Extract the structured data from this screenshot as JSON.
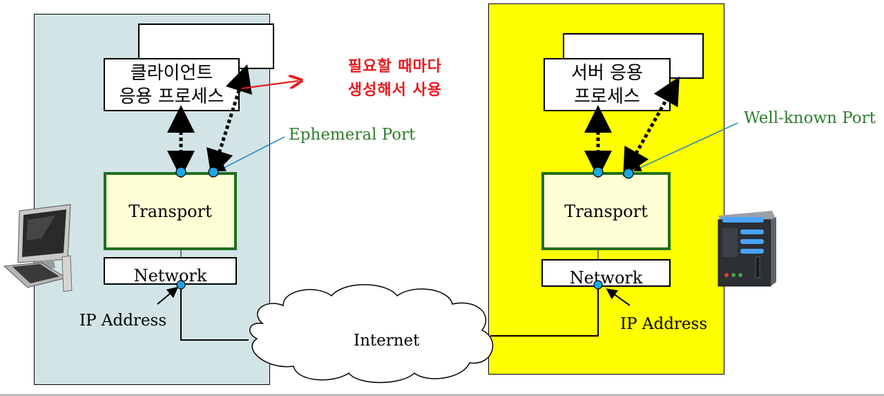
{
  "client": {
    "app_label": "클라이언트\n응용 프로세스",
    "transport_label": "Transport",
    "network_label": "Network",
    "ip_label": "IP Address",
    "port_label": "Ephemeral Port",
    "annotation": "필요할 때마다\n생성해서 사용"
  },
  "server": {
    "app_label": "서버 응용\n프로세스",
    "transport_label": "Transport",
    "network_label": "Network",
    "ip_label": "IP Address",
    "port_label": "Well-known Port"
  },
  "internet_label": "Internet",
  "colors": {
    "client_bg": "#d2e4e6",
    "server_bg": "#ffff00",
    "transport_border": "#1e6e1e",
    "port_dot": "#1ea7e0",
    "annotation": "#e8191e",
    "port_label": "#2e7d2e"
  },
  "icons": {
    "client_device": "desktop-computer-icon",
    "server_device": "server-tower-icon"
  }
}
